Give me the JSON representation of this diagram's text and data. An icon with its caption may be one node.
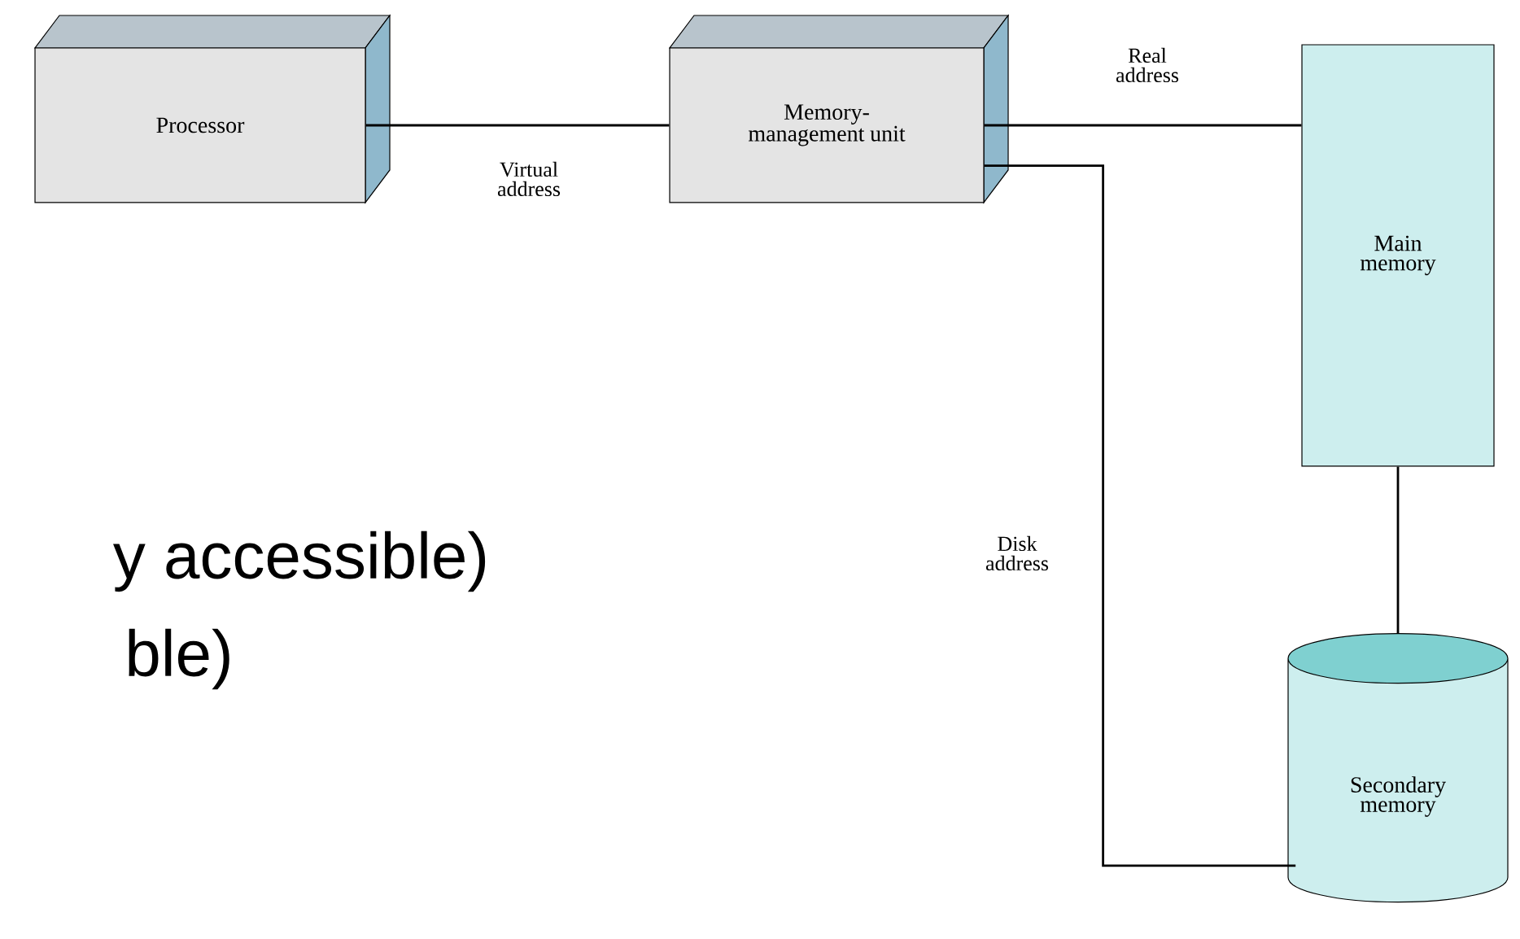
{
  "diagram": {
    "nodes": [
      {
        "text": [
          "Processor"
        ]
      },
      {
        "text": [
          "Memory-management unit"
        ]
      },
      {
        "text": [
          "Main memory"
        ]
      },
      {
        "text": [
          "Secondary memory"
        ]
      }
    ],
    "edges": [
      {
        "from": 0,
        "to": 1,
        "arrow": "none",
        "label": "Virtual address"
      },
      {
        "from": 1,
        "to": 2,
        "arrow": "none",
        "label": "Real address"
      },
      {
        "from": 1,
        "to": 3,
        "arrow": "none",
        "label": "Disk address"
      },
      {
        "from": 2,
        "to": 3,
        "arrow": "none"
      }
    ],
    "labels": [
      "y accessible)",
      "ble)"
    ]
  }
}
